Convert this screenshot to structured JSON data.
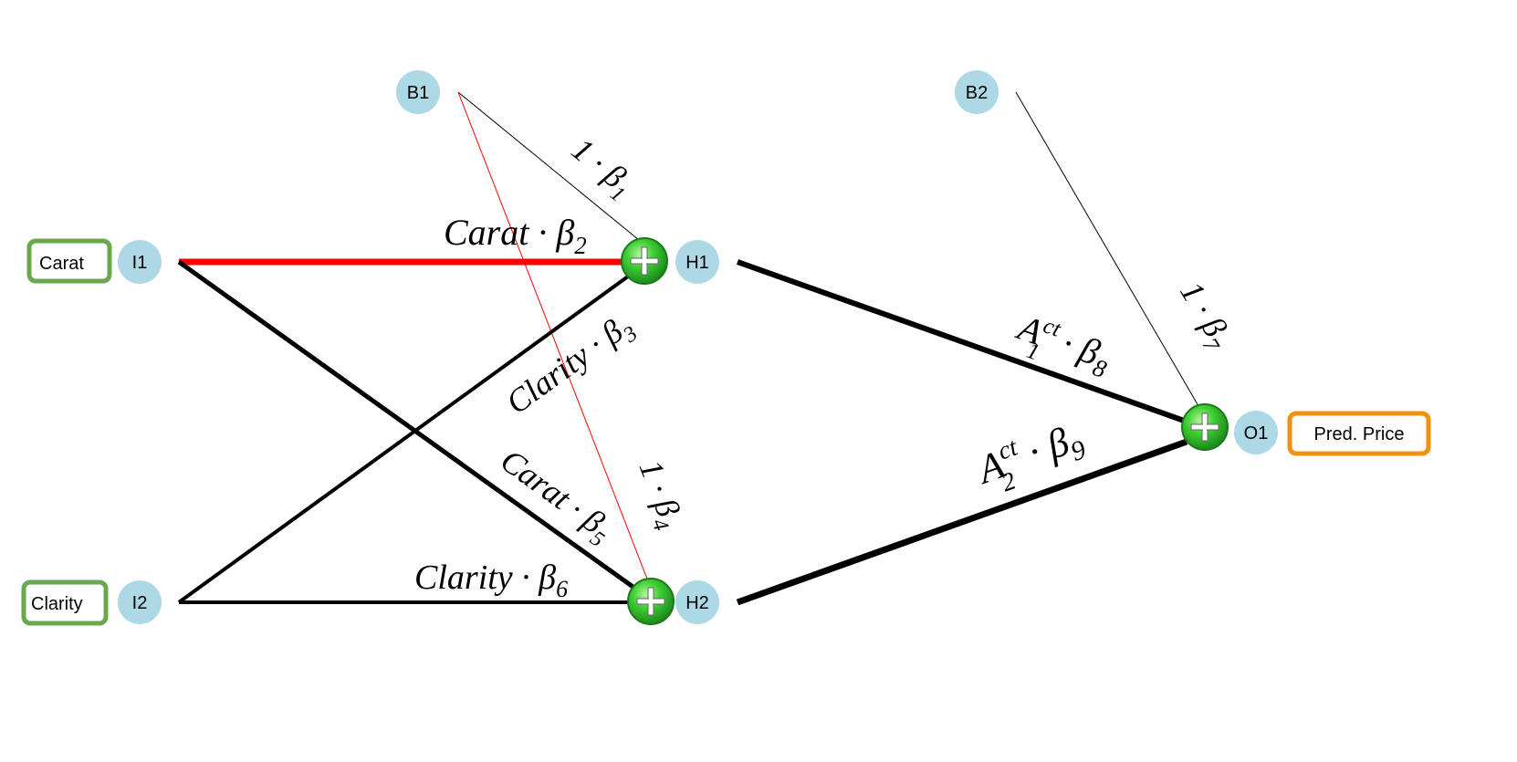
{
  "nodes": {
    "b1": "B1",
    "b2": "B2",
    "i1": "I1",
    "i2": "I2",
    "h1": "H1",
    "h2": "H2",
    "o1": "O1"
  },
  "inputs": {
    "carat": "Carat",
    "clarity": "Clarity"
  },
  "output": {
    "price": "Pred. Price"
  },
  "weights": {
    "w1_coef": "1 · β",
    "w1_sub": "1",
    "w2_coef": "Carat · β",
    "w2_sub": "2",
    "w3_coef": "Clarity · β",
    "w3_sub": "3",
    "w4_coef": "1 · β",
    "w4_sub": "4",
    "w5_coef": "Carat · β",
    "w5_sub": "5",
    "w6_coef": "Clarity · β",
    "w6_sub": "6",
    "w7_coef": "1 · β",
    "w7_sub": "7",
    "w8_base": "A",
    "w8_sup": "ct",
    "w8_idx": "1",
    "w8_coef": " · β",
    "w8_sub": "8",
    "w9_base": "A",
    "w9_sup": "ct",
    "w9_idx": "2",
    "w9_coef": " · β",
    "w9_sub": "9"
  },
  "colors": {
    "node_fill": "#add8e6",
    "input_border": "#6aa84f",
    "output_border": "#f5900c",
    "positive_weight": "#000000",
    "negative_weight": "#ff0000",
    "sum_node": "#2eb82e"
  }
}
